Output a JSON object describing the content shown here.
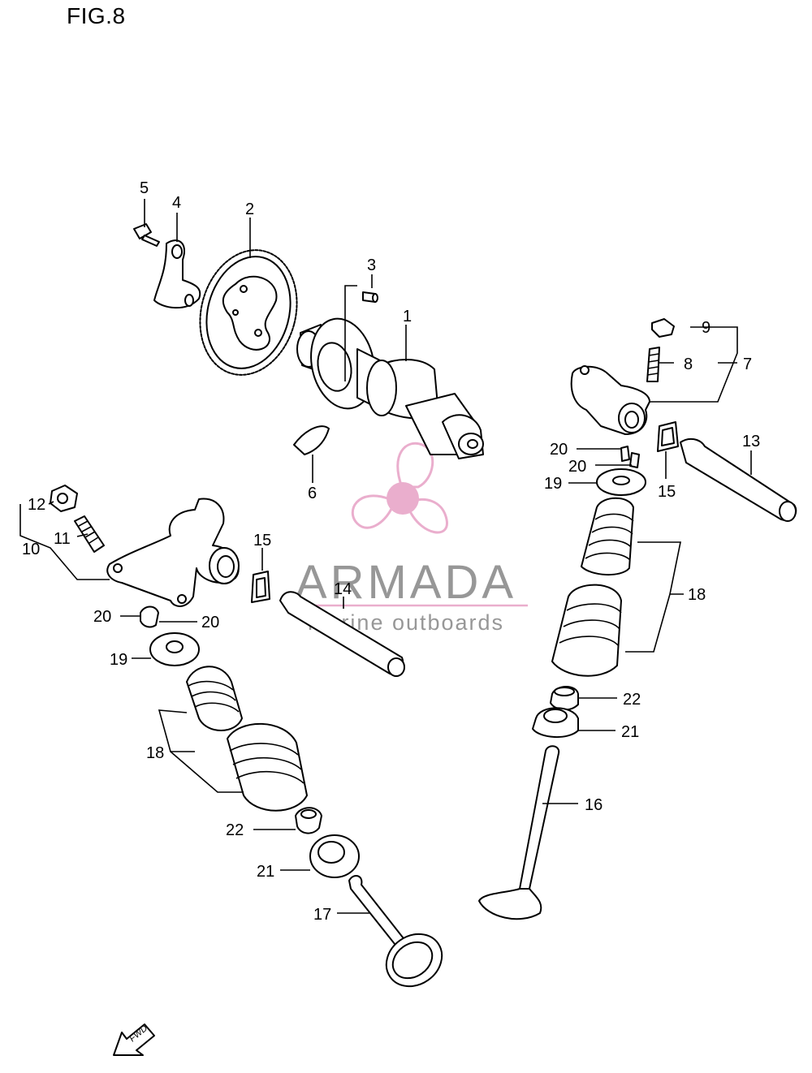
{
  "figure": {
    "title": "FIG.8"
  },
  "callouts": {
    "c1": "1",
    "c2": "2",
    "c3": "3",
    "c4": "4",
    "c5": "5",
    "c6": "6",
    "c7": "7",
    "c8": "8",
    "c9": "9",
    "c10": "10",
    "c11": "11",
    "c12": "12",
    "c13": "13",
    "c14": "14",
    "c15a": "15",
    "c15b": "15",
    "c16": "16",
    "c17": "17",
    "c18a": "18",
    "c18b": "18",
    "c19a": "19",
    "c19b": "19",
    "c20a": "20",
    "c20b": "20",
    "c20c": "20",
    "c20d": "20",
    "c21a": "21",
    "c21b": "21",
    "c22a": "22",
    "c22b": "22"
  },
  "watermark": {
    "brand": "ARMADA",
    "tagline": "marine outboards",
    "color_pink": "#e8a6c8",
    "color_gray": "#8c8c8c"
  },
  "fwd_arrow": {
    "label": "FWD"
  }
}
